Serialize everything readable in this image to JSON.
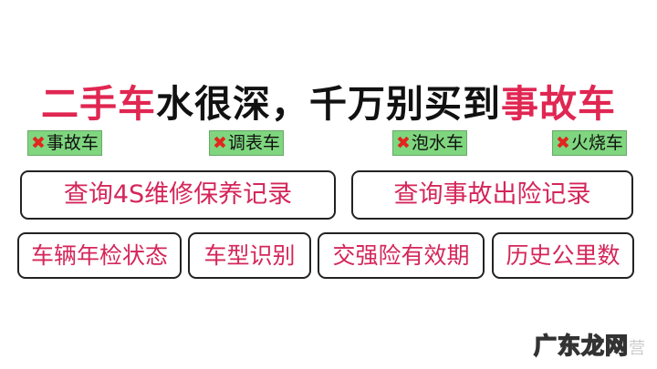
{
  "headline": {
    "part1": "二手车",
    "part2": "水很深，千万别买到",
    "part3": "事故车"
  },
  "tags": [
    {
      "icon": "✖",
      "label": "事故车"
    },
    {
      "icon": "✖",
      "label": "调表车"
    },
    {
      "icon": "✖",
      "label": "泡水车"
    },
    {
      "icon": "✖",
      "label": "火烧车"
    }
  ],
  "query_buttons_row1": [
    {
      "label": "查询4S维修保养记录"
    },
    {
      "label": "查询事故出险记录"
    }
  ],
  "query_buttons_row2": [
    {
      "label": "车辆年检状态"
    },
    {
      "label": "车型识别"
    },
    {
      "label": "交强险有效期"
    },
    {
      "label": "历史公里数"
    }
  ],
  "watermark": {
    "text": "广东龙网",
    "faint": "营"
  },
  "colors": {
    "accent_red": "#e02652",
    "tag_green": "#7fd67f",
    "cross_red": "#e0261e"
  }
}
